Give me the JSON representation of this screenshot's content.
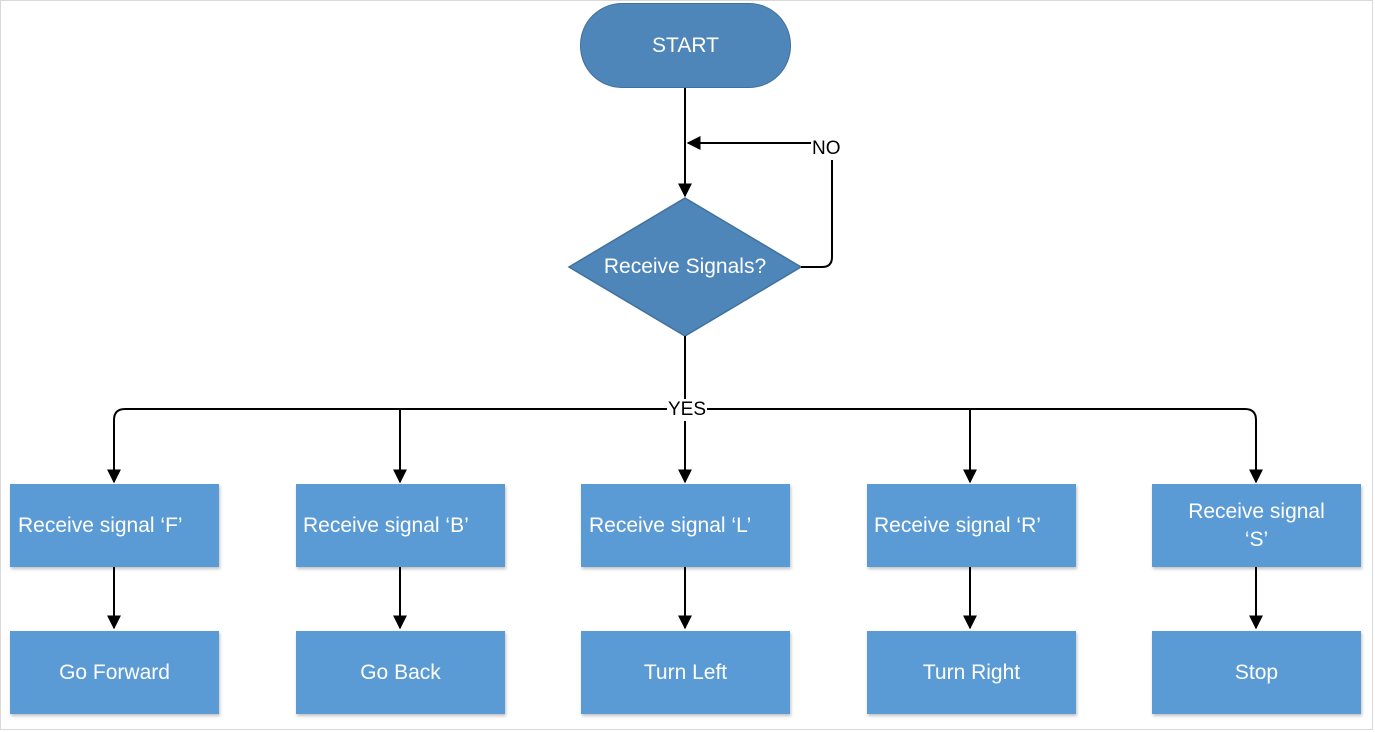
{
  "start": "START",
  "decision": "Receive Signals?",
  "no_label": "NO",
  "yes_label": "YES",
  "signals": [
    "Receive signal ‘F’",
    "Receive signal ‘B’",
    "Receive signal ‘L’",
    "Receive signal ‘R’",
    "Receive signal ‘S’"
  ],
  "actions": [
    "Go Forward",
    "Go Back",
    "Turn Left",
    "Turn Right",
    "Stop"
  ],
  "colors": {
    "box": "#5b9bd5",
    "start": "#4f86b9",
    "decision": "#4f86b9",
    "line": "#000000"
  }
}
